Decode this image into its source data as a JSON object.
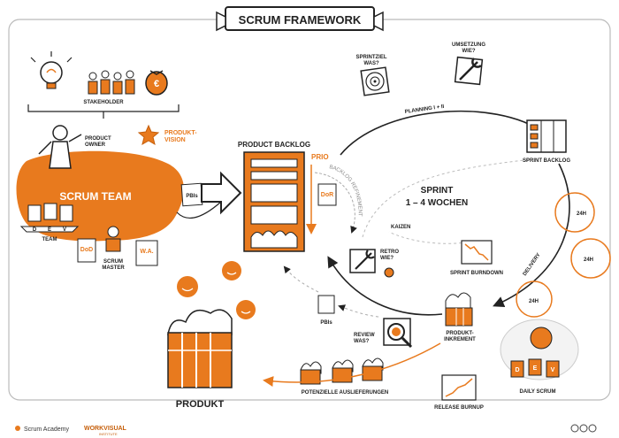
{
  "title": "SCRUM FRAMEWORK",
  "stakeholder": "STAKEHOLDER",
  "product_owner": "PRODUCT OWNER",
  "product_vision": "PRODUKT- VISION",
  "scrum_team": "SCRUM TEAM",
  "team": "TEAM",
  "scrum_master": "SCRUM MASTER",
  "dod": "DoD",
  "wa": "W.A.",
  "dev_letters": [
    "D",
    "E",
    "V"
  ],
  "pbis_left": "PBIs",
  "product_backlog": "PRODUCT BACKLOG",
  "prio": "PRIO",
  "backlog_refinement": "BACKLOG REFINEMENT",
  "dor": "DoR",
  "sprintziel": "SPRINTZIEL WAS?",
  "umsetzung": "UMSETZUNG WIE?",
  "planning": "PLANNING I + II",
  "sprint_backlog": "SPRINT BACKLOG",
  "sprint": "SPRINT",
  "sprint_duration": "1 – 4 WOCHEN",
  "kaizen": "KAIZEN",
  "retro": "RETRO WIE?",
  "sprint_burndown": "SPRINT BURNDOWN",
  "delivery": "DELIVERY",
  "h24": [
    "24H",
    "24H",
    "24H"
  ],
  "pbis_mid": "PBIs",
  "review": "REVIEW WAS?",
  "produkt_inkrement": "PRODUKT- INKREMENT",
  "produkt": "PRODUKT",
  "potenzielle": "POTENZIELLE AUSLIEFERUNGEN",
  "release_burnup": "RELEASE BURNUP",
  "daily_scrum": "DAILY SCRUM",
  "footer_left": "Scrum Academy",
  "footer_brand": "WORKVISUAL",
  "footer_brand_sub": "INSTITUTE",
  "colors": {
    "accent": "#e87a1e",
    "ink": "#222222"
  }
}
